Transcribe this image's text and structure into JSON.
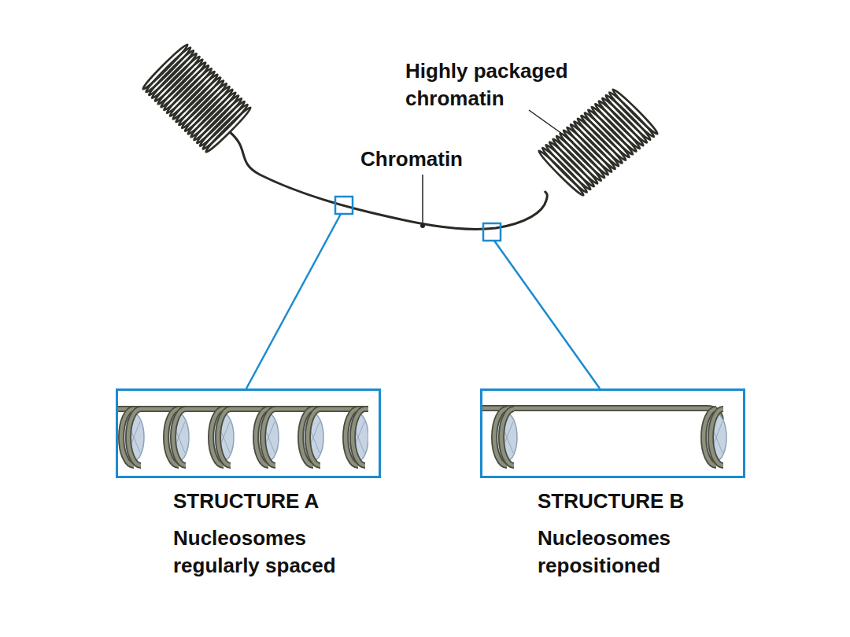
{
  "diagram": {
    "nodes": [
      {
        "text": [
          "STRUCTURE A",
          "Nucleosomes regularly spaced"
        ]
      },
      {
        "text": [
          "STRUCTURE B",
          "Nucleosomes repositioned"
        ]
      }
    ],
    "labels": [
      "Highly packaged chromatin",
      "Chromatin"
    ]
  }
}
